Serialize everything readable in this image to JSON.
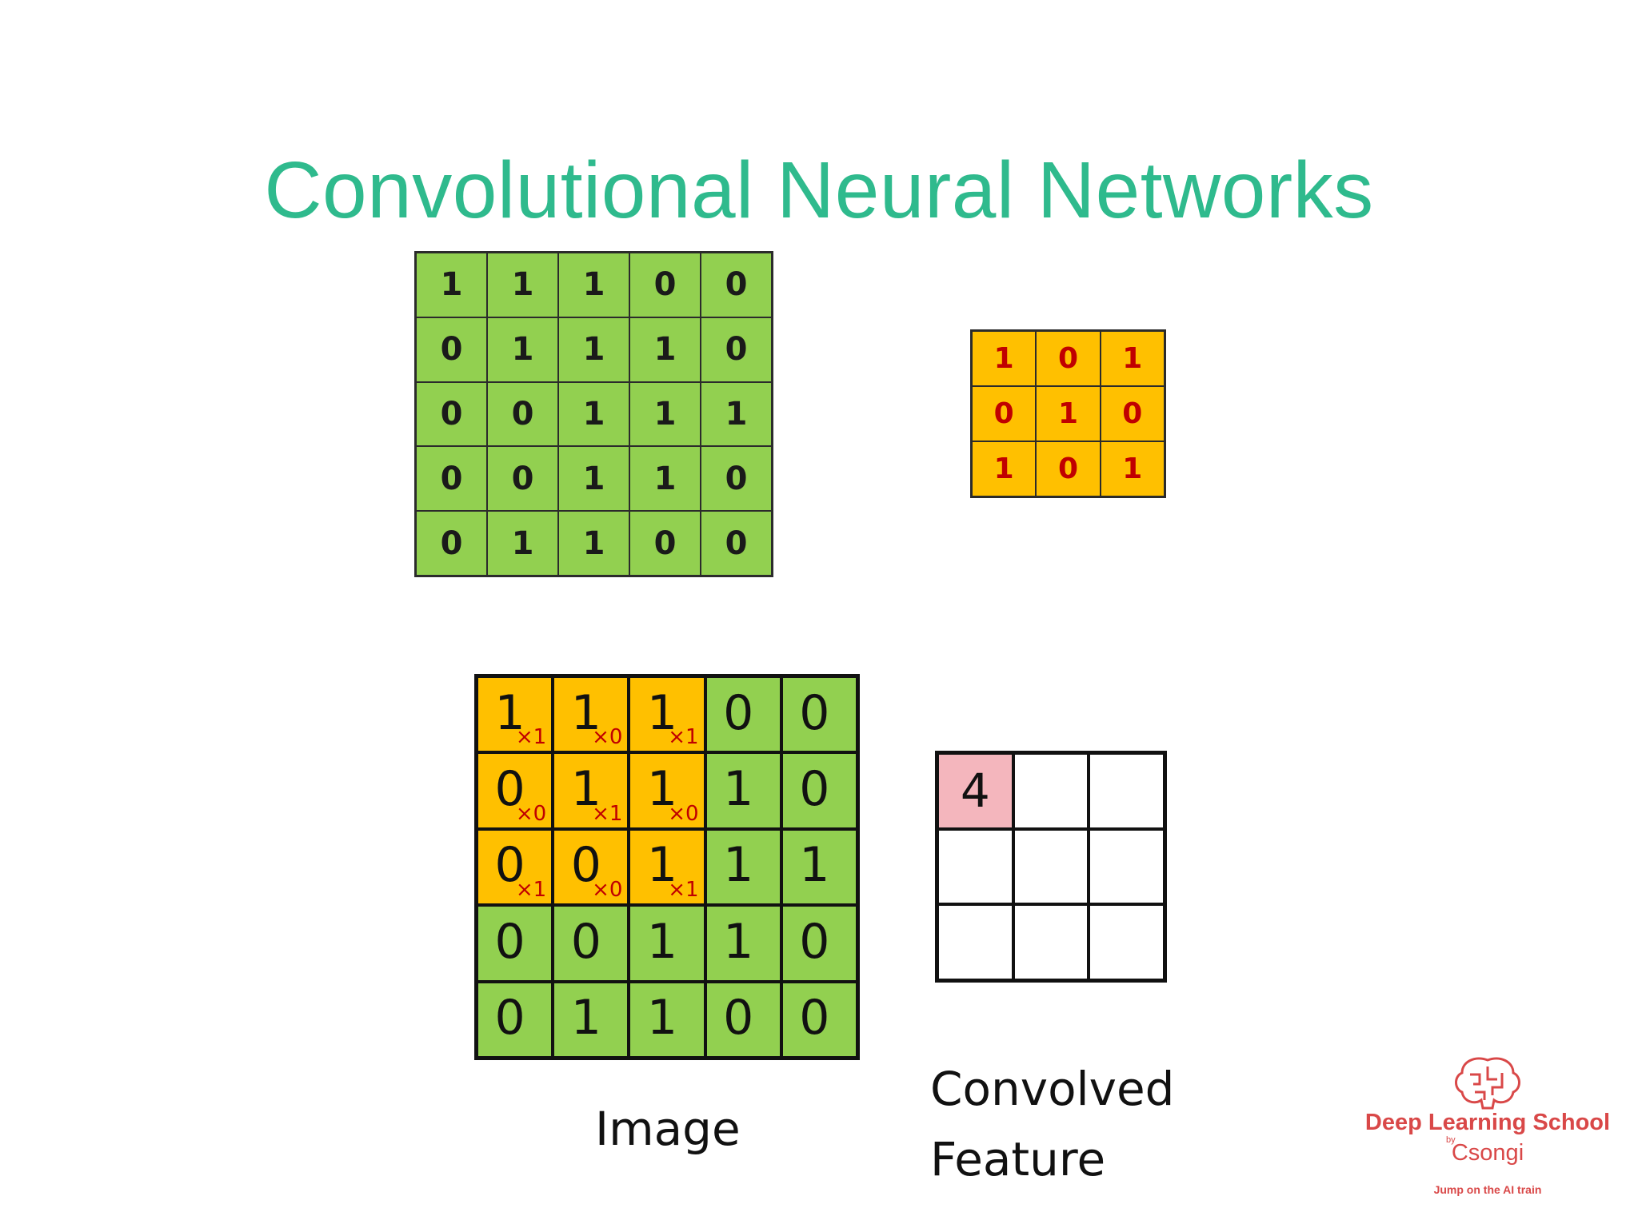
{
  "title": "Convolutional Neural Networks",
  "input_matrix": [
    [
      "1",
      "1",
      "1",
      "0",
      "0"
    ],
    [
      "0",
      "1",
      "1",
      "1",
      "0"
    ],
    [
      "0",
      "0",
      "1",
      "1",
      "1"
    ],
    [
      "0",
      "0",
      "1",
      "1",
      "0"
    ],
    [
      "0",
      "1",
      "1",
      "0",
      "0"
    ]
  ],
  "kernel_matrix": [
    [
      "1",
      "0",
      "1"
    ],
    [
      "0",
      "1",
      "0"
    ],
    [
      "1",
      "0",
      "1"
    ]
  ],
  "image_matrix": [
    [
      "1",
      "1",
      "1",
      "0",
      "0"
    ],
    [
      "0",
      "1",
      "1",
      "1",
      "0"
    ],
    [
      "0",
      "0",
      "1",
      "1",
      "1"
    ],
    [
      "0",
      "0",
      "1",
      "1",
      "0"
    ],
    [
      "0",
      "1",
      "1",
      "0",
      "0"
    ]
  ],
  "image_weights": [
    [
      "×1",
      "×0",
      "×1"
    ],
    [
      "×0",
      "×1",
      "×0"
    ],
    [
      "×1",
      "×0",
      "×1"
    ]
  ],
  "feature_matrix": [
    [
      "4",
      "",
      ""
    ],
    [
      "",
      "",
      ""
    ],
    [
      "",
      "",
      ""
    ]
  ],
  "captions": {
    "image": "Image",
    "feature_line1": "Convolved",
    "feature_line2": "Feature"
  },
  "logo": {
    "name": "Deep Learning School",
    "by": "by",
    "sub": "Csongi",
    "tagline": "Jump on the AI train"
  },
  "colors": {
    "title": "#2fba8d",
    "green": "#92d050",
    "orange": "#ffc000",
    "kernel_text": "#c00000",
    "feature_highlight": "#f4b6bd",
    "logo": "#d94848"
  }
}
